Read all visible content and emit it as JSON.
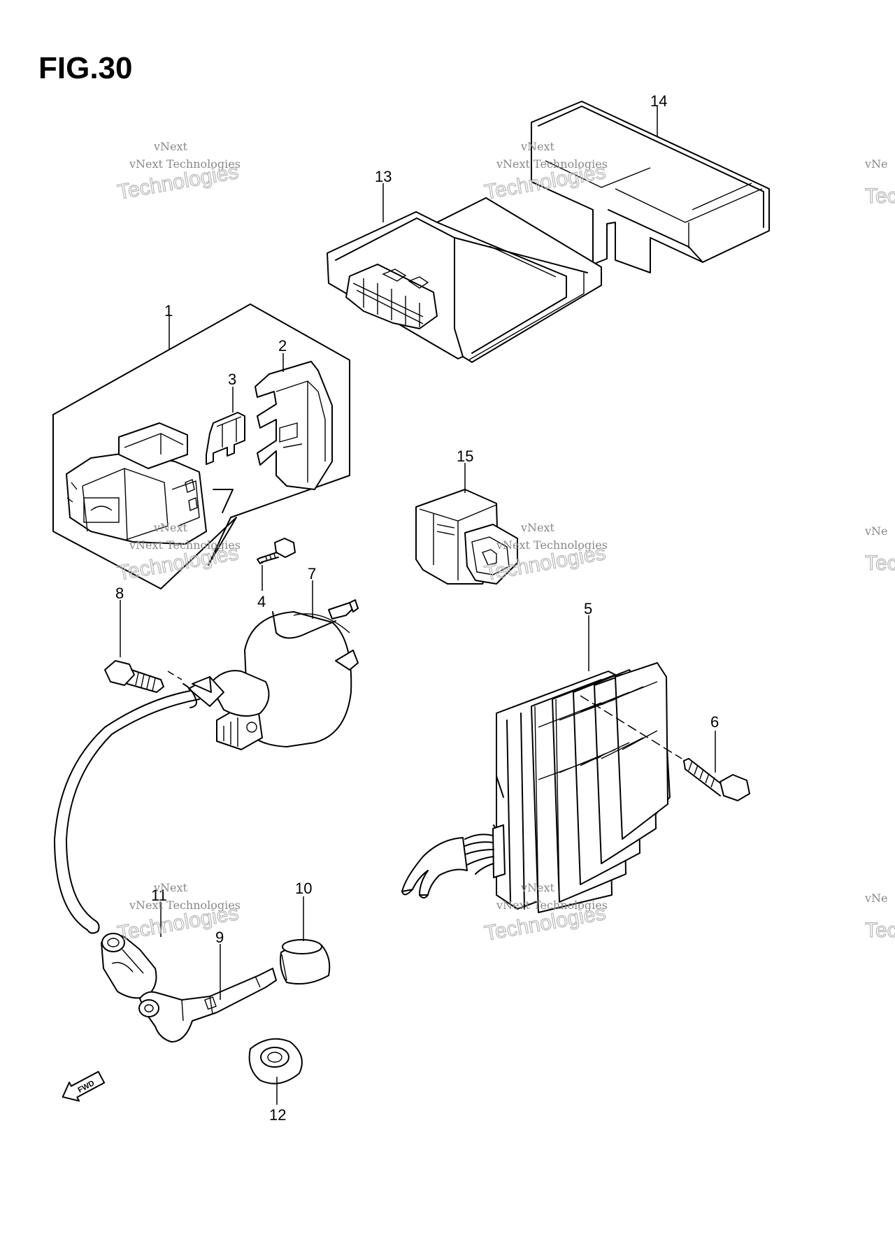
{
  "figure": {
    "title": "FIG.30"
  },
  "parts": [
    {
      "id": "part-1",
      "label": "1"
    },
    {
      "id": "part-2",
      "label": "2"
    },
    {
      "id": "part-3",
      "label": "3"
    },
    {
      "id": "part-4",
      "label": "4"
    },
    {
      "id": "part-5",
      "label": "5"
    },
    {
      "id": "part-6",
      "label": "6"
    },
    {
      "id": "part-7",
      "label": "7"
    },
    {
      "id": "part-8",
      "label": "8"
    },
    {
      "id": "part-9",
      "label": "9"
    },
    {
      "id": "part-10",
      "label": "10"
    },
    {
      "id": "part-11",
      "label": "11"
    },
    {
      "id": "part-12",
      "label": "12"
    },
    {
      "id": "part-13",
      "label": "13"
    },
    {
      "id": "part-14",
      "label": "14"
    },
    {
      "id": "part-15",
      "label": "15"
    }
  ],
  "watermark": {
    "line1": "vNext",
    "line2": "vNext Technologies",
    "line3": "Technologies",
    "edge_small": "vNe",
    "edge_big": "Tec"
  },
  "direction_marker": {
    "label": "FWD"
  }
}
